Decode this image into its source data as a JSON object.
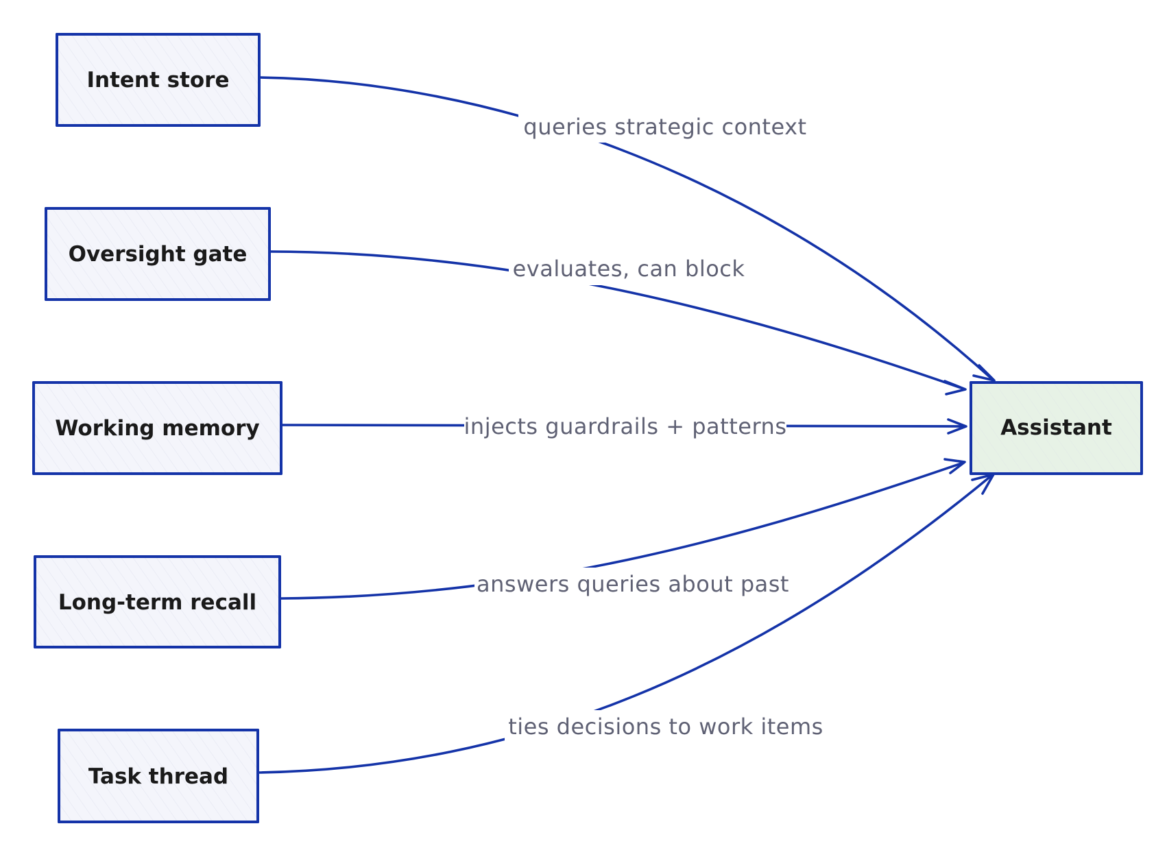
{
  "colors": {
    "stroke": "#1433a8",
    "node_fill": "#f4f5fb",
    "target_fill": "#e7f2e6",
    "label_text": "#5f6174",
    "node_text": "#1a1a1a",
    "hatch": "#d6d9e8"
  },
  "nodes": [
    {
      "id": "intent-store",
      "label": "Intent store"
    },
    {
      "id": "oversight-gate",
      "label": "Oversight gate"
    },
    {
      "id": "working-memory",
      "label": "Working memory"
    },
    {
      "id": "long-term-recall",
      "label": "Long-term recall"
    },
    {
      "id": "task-thread",
      "label": "Task thread"
    },
    {
      "id": "assistant",
      "label": "Assistant"
    }
  ],
  "edges": [
    {
      "from": "intent-store",
      "to": "assistant",
      "label": "queries strategic context"
    },
    {
      "from": "oversight-gate",
      "to": "assistant",
      "label": "evaluates, can block"
    },
    {
      "from": "working-memory",
      "to": "assistant",
      "label": "injects guardrails + patterns"
    },
    {
      "from": "long-term-recall",
      "to": "assistant",
      "label": "answers queries about past"
    },
    {
      "from": "task-thread",
      "to": "assistant",
      "label": "ties decisions to work items"
    }
  ]
}
